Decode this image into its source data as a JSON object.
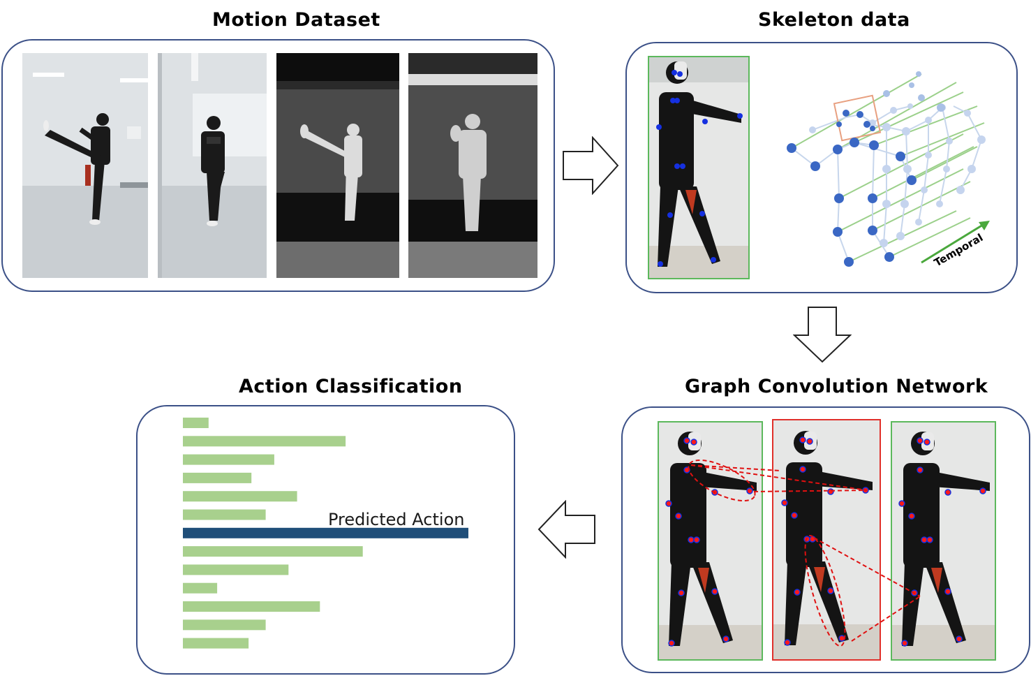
{
  "titles": {
    "motion_dataset": "Motion Dataset",
    "skeleton_data": "Skeleton data",
    "action_classification": "Action Classification",
    "gcn": "Graph Convolution Network"
  },
  "skeleton": {
    "temporal_label": "Temporal"
  },
  "classification": {
    "predicted_label": "Predicted Action",
    "bar_values": [
      0.09,
      0.57,
      0.32,
      0.24,
      0.4,
      0.29,
      1.0,
      0.63,
      0.37,
      0.12,
      0.48,
      0.29,
      0.23
    ],
    "predicted_index": 6
  },
  "colors": {
    "panel_border": "#3b5087",
    "bar_normal": "#a8d08d",
    "bar_predicted": "#1f4e79",
    "joint_blue": "#1530e0",
    "joint_red": "#ff1a1a",
    "frame_green": "#5cb85c",
    "frame_red": "#e0302a"
  }
}
